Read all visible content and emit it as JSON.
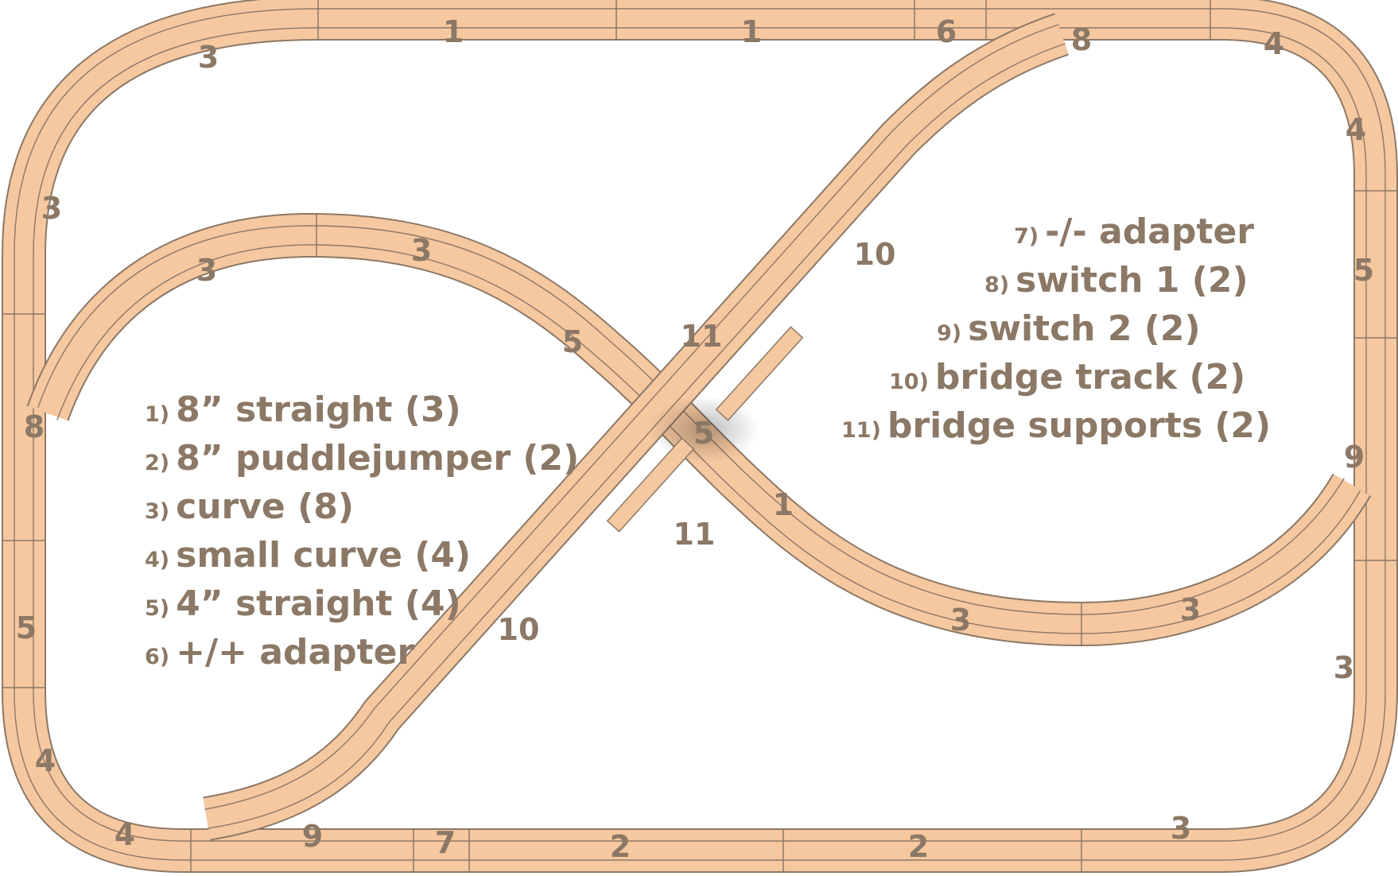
{
  "colors": {
    "track_fill": "#f6c8a0",
    "track_line": "#8c7866",
    "text": "#8c7866",
    "background": "#ffffff"
  },
  "track_piece_labels": {
    "outer_top_1a": "1",
    "outer_top_1b": "1",
    "outer_top_6": "6",
    "outer_top_8": "8",
    "outer_top_left_3a": "3",
    "outer_left_3b": "3",
    "outer_left_8": "8",
    "outer_left_5": "5",
    "outer_left_4a": "4",
    "outer_bottom_4b": "4",
    "outer_bottom_9": "9",
    "outer_bottom_7": "7",
    "outer_bottom_2a": "2",
    "outer_bottom_2b": "2",
    "outer_bottom_right_3a": "3",
    "outer_right_3b": "3",
    "outer_right_9": "9",
    "outer_right_5": "5",
    "outer_right_4a": "4",
    "outer_top_right_4b": "4",
    "inner_left_3a": "3",
    "inner_left_3b": "3",
    "inner_5": "5",
    "center_5": "5",
    "inner_1": "1",
    "inner_right_3a": "3",
    "inner_right_3b": "3",
    "bridge_10_upper": "10",
    "bridge_10_lower": "10",
    "support_11_top": "11",
    "support_11_bottom": "11"
  },
  "legend": [
    {
      "num": "1)",
      "text": "8” straight (3)"
    },
    {
      "num": "2)",
      "text": "8” puddlejumper (2)"
    },
    {
      "num": "3)",
      "text": "curve (8)"
    },
    {
      "num": "4)",
      "text": "small curve (4)"
    },
    {
      "num": "5)",
      "text": "4” straight (4)"
    },
    {
      "num": "6)",
      "text": "+/+ adapter"
    },
    {
      "num": "7)",
      "text": "-/- adapter"
    },
    {
      "num": "8)",
      "text": "switch 1 (2)"
    },
    {
      "num": "9)",
      "text": "switch 2 (2)"
    },
    {
      "num": "10)",
      "text": "bridge track (2)"
    },
    {
      "num": "11)",
      "text": "bridge supports (2)"
    }
  ]
}
